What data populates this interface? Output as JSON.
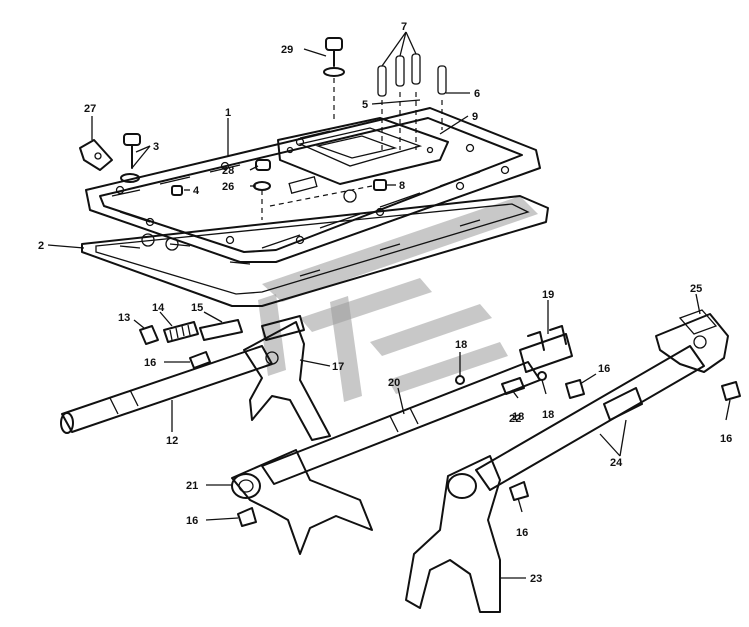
{
  "diagram": {
    "labels": [
      {
        "key": "c1",
        "text": "1"
      },
      {
        "key": "c2",
        "text": "2"
      },
      {
        "key": "c3",
        "text": "3"
      },
      {
        "key": "c4",
        "text": "4"
      },
      {
        "key": "c5",
        "text": "5"
      },
      {
        "key": "c6",
        "text": "6"
      },
      {
        "key": "c7",
        "text": "7"
      },
      {
        "key": "c8",
        "text": "8"
      },
      {
        "key": "c9",
        "text": "9"
      },
      {
        "key": "c12",
        "text": "12"
      },
      {
        "key": "c13",
        "text": "13"
      },
      {
        "key": "c14",
        "text": "14"
      },
      {
        "key": "c15",
        "text": "15"
      },
      {
        "key": "c16a",
        "text": "16"
      },
      {
        "key": "c16b",
        "text": "16"
      },
      {
        "key": "c16c",
        "text": "16"
      },
      {
        "key": "c16d",
        "text": "16"
      },
      {
        "key": "c16e",
        "text": "16"
      },
      {
        "key": "c17",
        "text": "17"
      },
      {
        "key": "c18a",
        "text": "18"
      },
      {
        "key": "c18b",
        "text": "18"
      },
      {
        "key": "c18c",
        "text": "18"
      },
      {
        "key": "c19",
        "text": "19"
      },
      {
        "key": "c20",
        "text": "20"
      },
      {
        "key": "c21",
        "text": "21"
      },
      {
        "key": "c22",
        "text": "22"
      },
      {
        "key": "c23",
        "text": "23"
      },
      {
        "key": "c24",
        "text": "24"
      },
      {
        "key": "c25",
        "text": "25"
      },
      {
        "key": "c26",
        "text": "26"
      },
      {
        "key": "c27",
        "text": "27"
      },
      {
        "key": "c28",
        "text": "28"
      },
      {
        "key": "c29",
        "text": "29"
      }
    ]
  }
}
